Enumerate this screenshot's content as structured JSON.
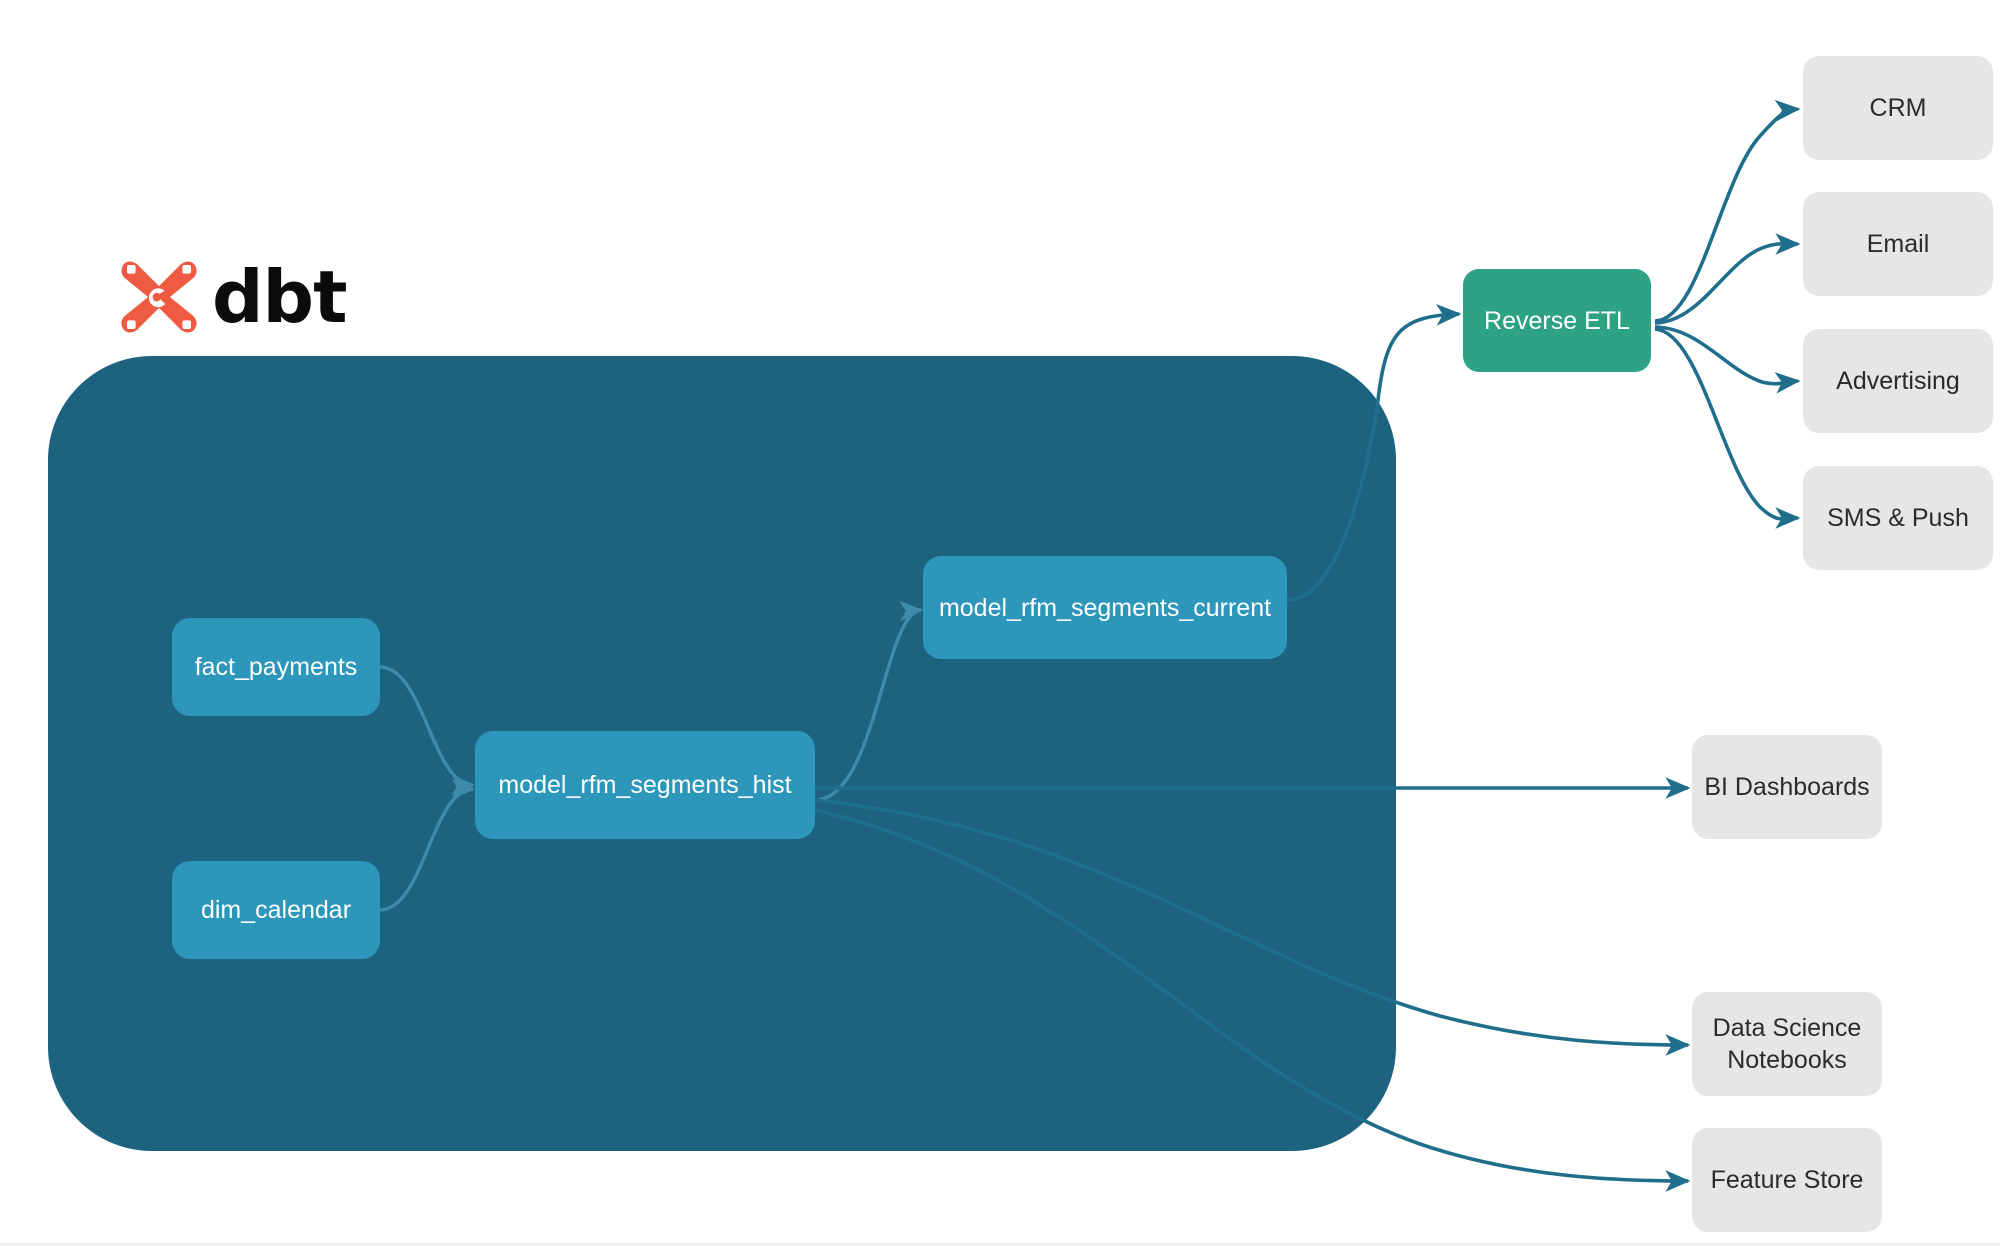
{
  "brand": {
    "logo_icon": "dbt-logo-icon",
    "wordmark": "dbt",
    "logo_color": "#ef5b42",
    "wordmark_color": "#0b0b0c"
  },
  "container": {
    "name": "dbt-project-container",
    "color": "#1d6380"
  },
  "models": [
    {
      "id": "fact_payments",
      "label": "fact_payments",
      "color": "#2c97bb"
    },
    {
      "id": "dim_calendar",
      "label": "dim_calendar",
      "color": "#2c97bb"
    },
    {
      "id": "model_rfm_segments_hist",
      "label": "model_rfm_segments_hist",
      "color": "#2c97bb"
    },
    {
      "id": "model_rfm_segments_current",
      "label": "model_rfm_segments_current",
      "color": "#2c97bb"
    }
  ],
  "activation": {
    "id": "reverse_etl",
    "label": "Reverse ETL",
    "color": "#2da384"
  },
  "consumers": [
    {
      "id": "crm",
      "label": "CRM",
      "color": "#e6e6e6"
    },
    {
      "id": "email",
      "label": "Email",
      "color": "#e6e6e6"
    },
    {
      "id": "advertising",
      "label": "Advertising",
      "color": "#e6e6e6"
    },
    {
      "id": "sms_push",
      "label": "SMS & Push",
      "color": "#e6e6e6"
    },
    {
      "id": "bi_dashboards",
      "label": "BI Dashboards",
      "color": "#e6e6e6"
    },
    {
      "id": "ds_notebooks",
      "label_line1": "Data Science",
      "label_line2": "Notebooks",
      "color": "#e6e6e6"
    },
    {
      "id": "feature_store",
      "label": "Feature Store",
      "color": "#e6e6e6"
    }
  ],
  "edges": {
    "internal_color": "#3d8ba6",
    "external_color": "#1f6e8c",
    "list": [
      {
        "from": "fact_payments",
        "to": "model_rfm_segments_hist"
      },
      {
        "from": "dim_calendar",
        "to": "model_rfm_segments_hist"
      },
      {
        "from": "model_rfm_segments_hist",
        "to": "model_rfm_segments_current"
      },
      {
        "from": "model_rfm_segments_current",
        "to": "reverse_etl"
      },
      {
        "from": "model_rfm_segments_hist",
        "to": "bi_dashboards"
      },
      {
        "from": "model_rfm_segments_hist",
        "to": "ds_notebooks"
      },
      {
        "from": "model_rfm_segments_hist",
        "to": "feature_store"
      },
      {
        "from": "reverse_etl",
        "to": "crm"
      },
      {
        "from": "reverse_etl",
        "to": "email"
      },
      {
        "from": "reverse_etl",
        "to": "advertising"
      },
      {
        "from": "reverse_etl",
        "to": "sms_push"
      }
    ]
  }
}
